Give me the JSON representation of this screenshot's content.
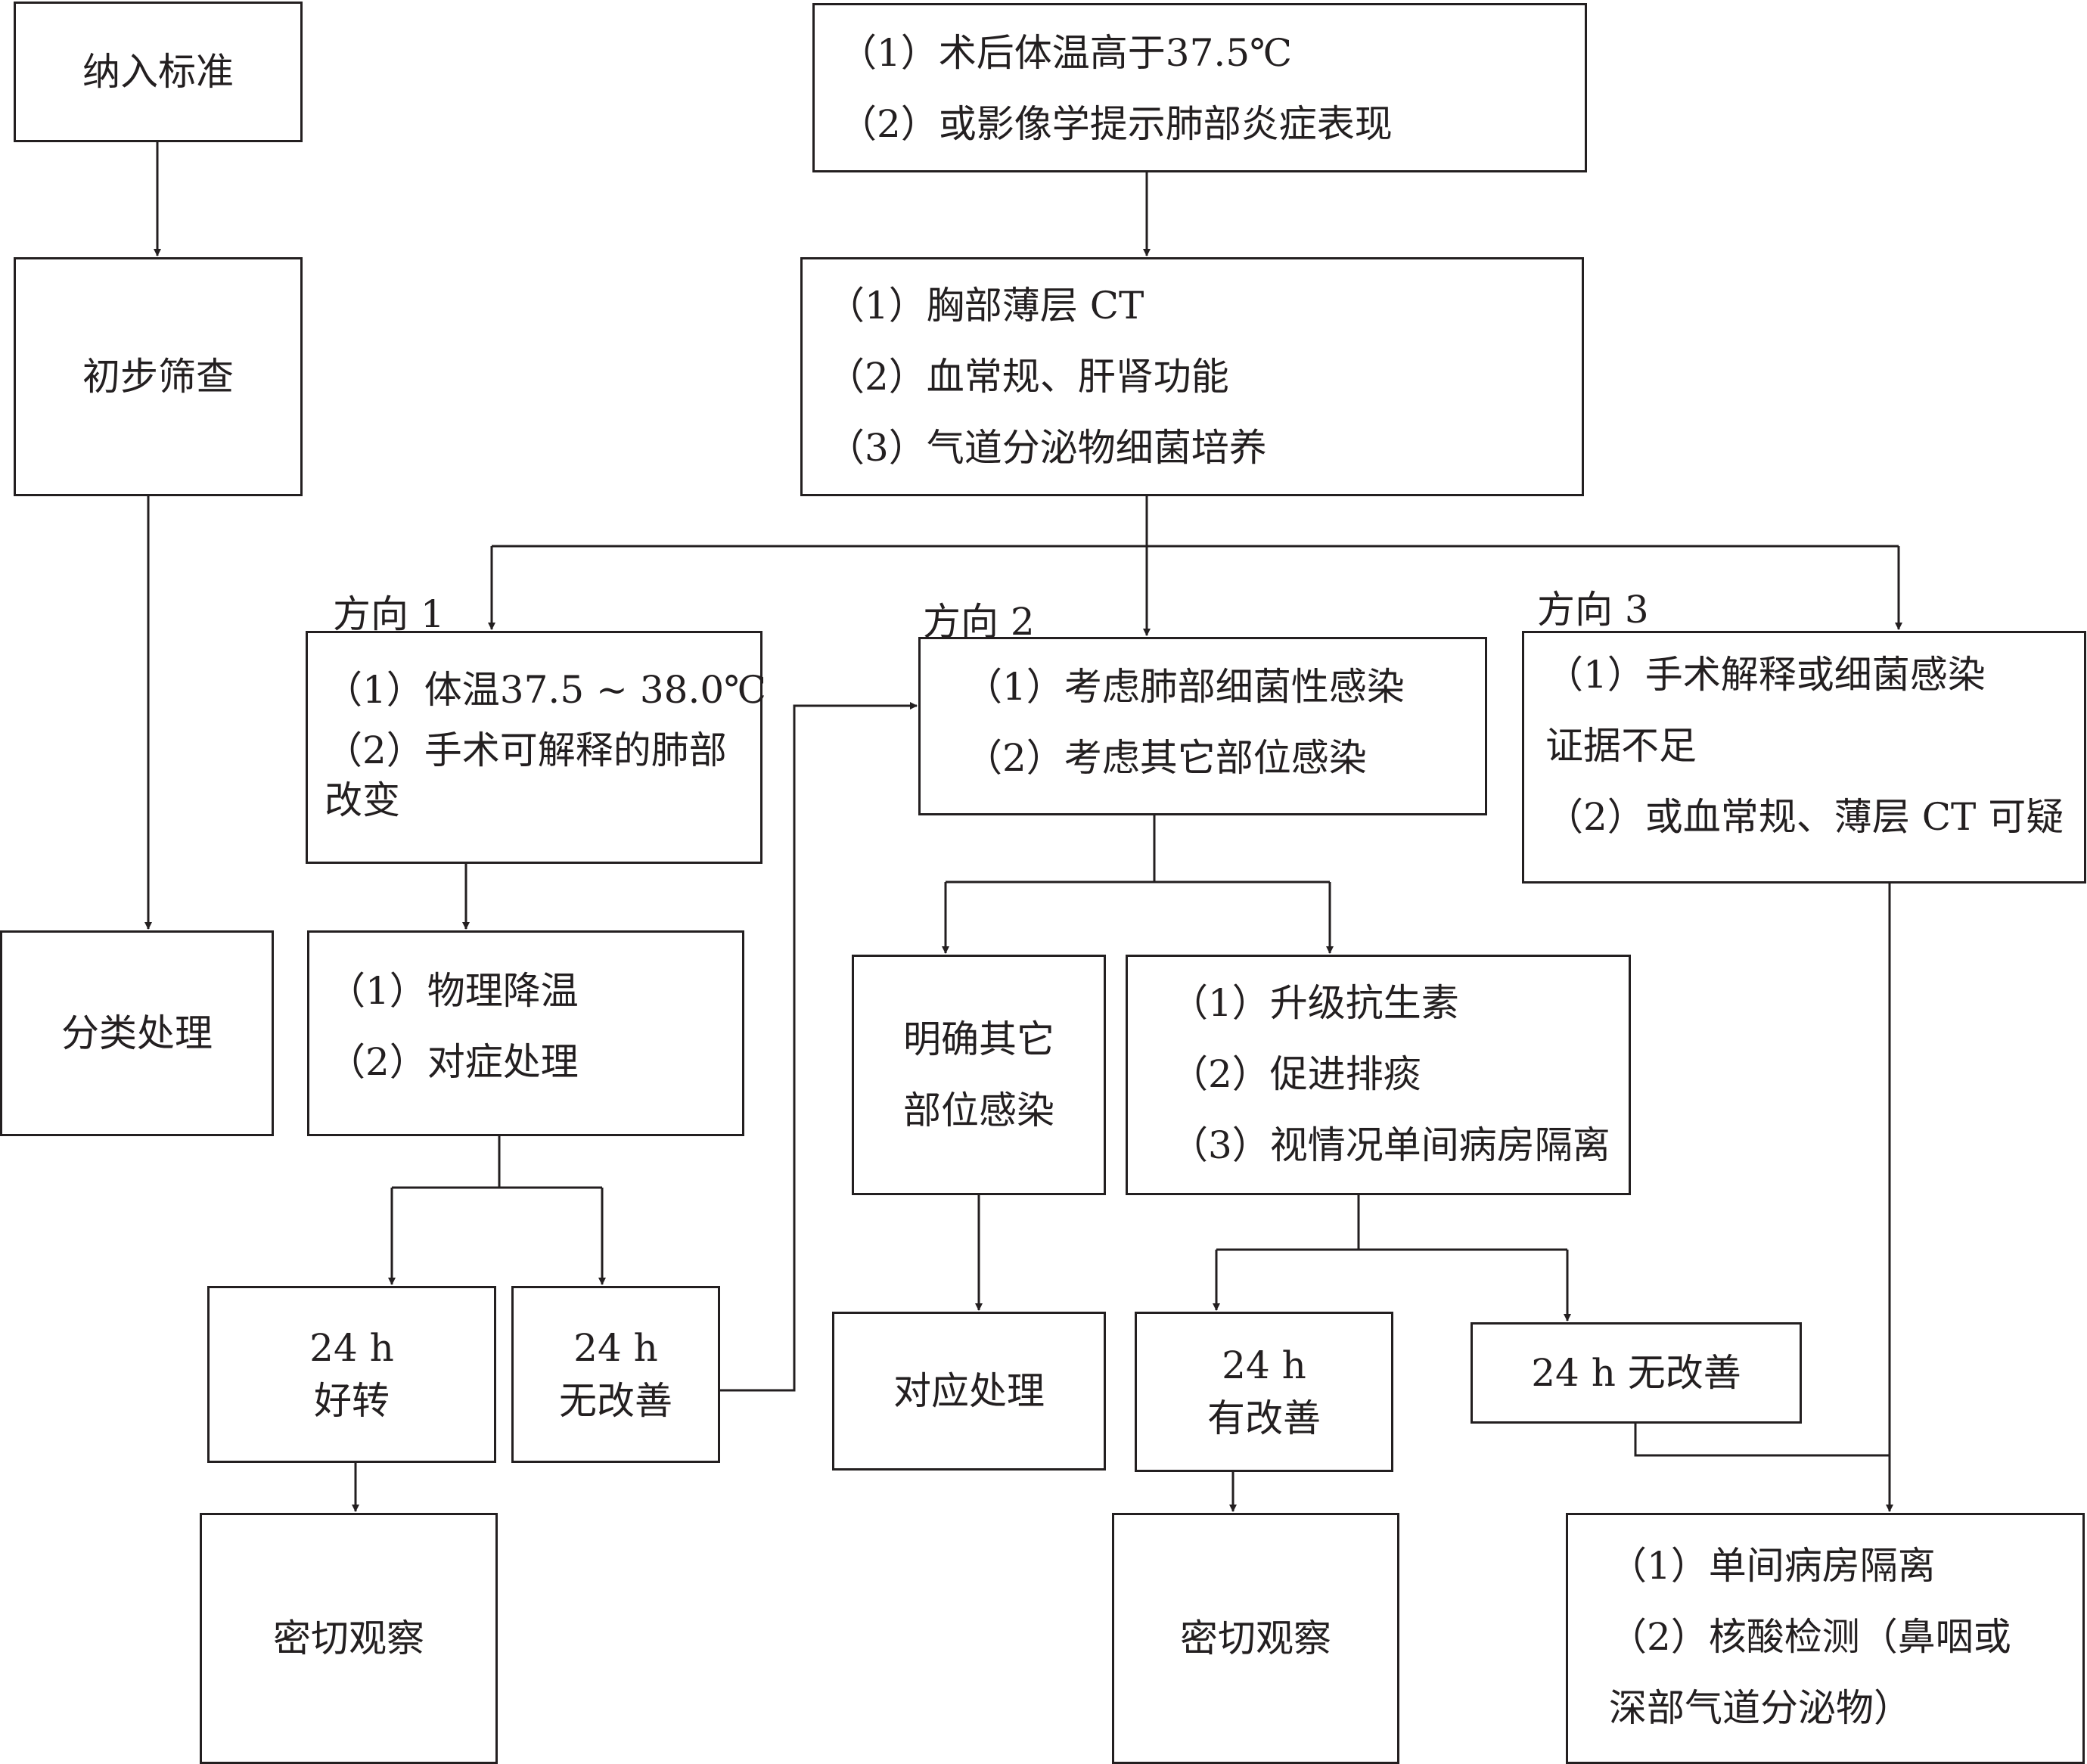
{
  "boxes": {
    "inclusion": "纳入标准",
    "screening": "初步筛查",
    "classify": "分类处理",
    "fever": [
      "（1）术后体温高于37.5℃",
      "（2）或影像学提示肺部炎症表现"
    ],
    "exams": [
      "（1）胸部薄层 CT",
      "（2）血常规、肝肾功能",
      "（3）气道分泌物细菌培养"
    ],
    "dir1_cond": [
      "（1）体温37.5 ~ 38.0℃",
      "（2）手术可解释的肺部",
      "改变"
    ],
    "dir1_treat": [
      "（1）物理降温",
      "（2）对症处理"
    ],
    "dir1_better": [
      "24 h",
      "好转"
    ],
    "dir1_nobetter": [
      "24 h",
      "无改善"
    ],
    "dir1_observe": "密切观察",
    "dir2_cond": [
      "（1）考虑肺部细菌性感染",
      "（2）考虑其它部位感染"
    ],
    "dir2_other": [
      "明确其它",
      "部位感染"
    ],
    "dir2_treat": [
      "（1）升级抗生素",
      "（2）促进排痰",
      "（3）视情况单间病房隔离"
    ],
    "dir2_handle": "对应处理",
    "dir2_better": [
      "24 h",
      "有改善"
    ],
    "dir2_nobetter": "24 h 无改善",
    "dir2_observe": "密切观察",
    "dir3_cond": [
      "（1）手术解释或细菌感染",
      "证据不足",
      "（2）或血常规、薄层 CT 可疑"
    ],
    "dir3_isolate": [
      "（1）单间病房隔离",
      "（2）核酸检测（鼻咽或",
      "深部气道分泌物）"
    ]
  },
  "directions": {
    "d1": "方向 1",
    "d2": "方向 2",
    "d3": "方向 3"
  }
}
